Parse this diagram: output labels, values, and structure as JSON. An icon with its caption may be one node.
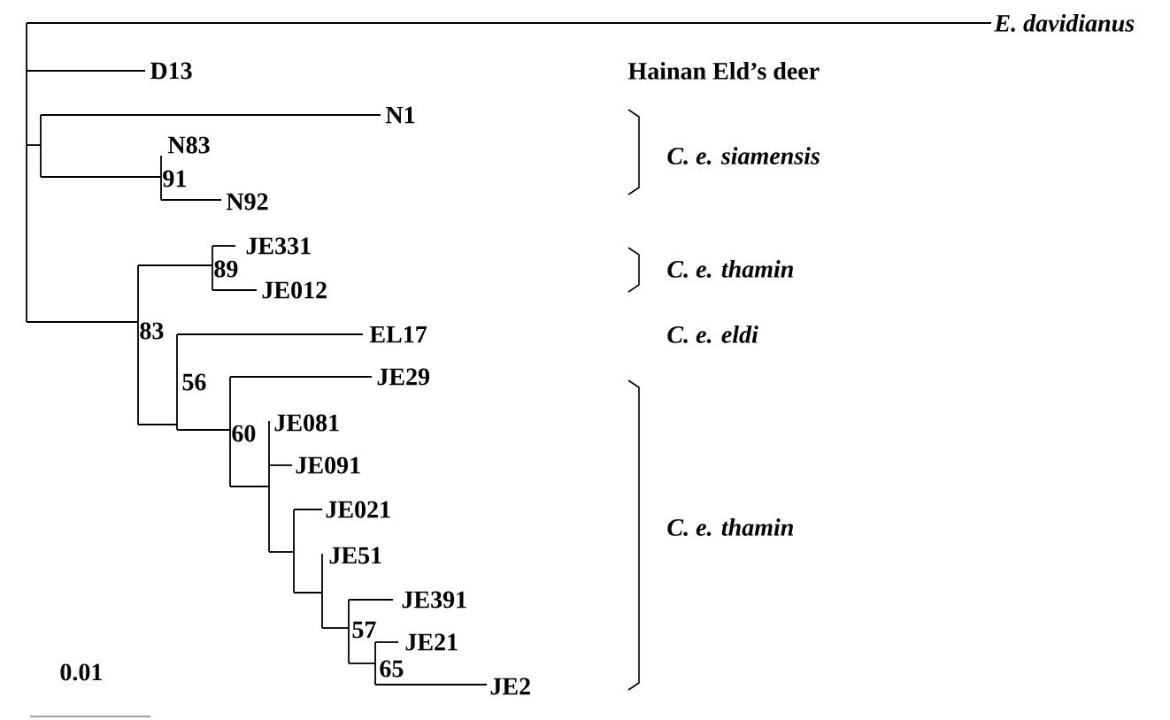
{
  "diagram": {
    "labels": [
      "E. davidianus",
      "D13",
      "Hainan Eld’s deer",
      "N1",
      "N83",
      "C. e. siamensis",
      "91",
      "N92",
      "JE331",
      "89",
      "C. e. thamin",
      "JE012",
      "83",
      "EL17",
      "C. e. eldi",
      "56",
      "JE29",
      "60",
      "JE081",
      "JE091",
      "JE021",
      "JE51",
      "C. e. thamin",
      "JE391",
      "57",
      "JE21",
      "65",
      "JE2",
      "0.01"
    ]
  }
}
